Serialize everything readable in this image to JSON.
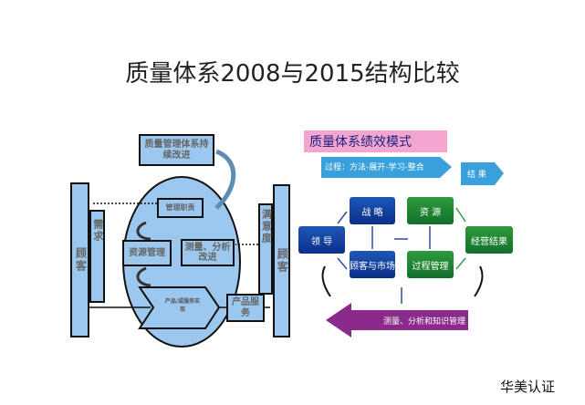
{
  "title": "质量体系2008与2015结构比较",
  "left_diagram": {
    "top_box": "质量管理体系持续改进",
    "customer_left": "顾客",
    "requirements": "需求",
    "management": "管理职责",
    "resource": "资源管理",
    "measure": "测量、分析改进",
    "product_realization": "产品/或服务实现",
    "product_service": "产品服务",
    "satisfaction": "满意度",
    "customer_right": "顾客"
  },
  "right_diagram": {
    "header": "质量体系绩效模式",
    "process": "过程：方法-展开-学习-整合",
    "result": "结 果",
    "strategy": "战 略",
    "resources": "资 源",
    "leadership": "领 导",
    "business_results": "经营结果",
    "customer_market": "顾客与市场",
    "process_mgmt": "过程管理",
    "measurement": "测量、分析和知识管理"
  },
  "footer": "华美认证",
  "colors": {
    "light_blue": "#9cc8f0",
    "pink": "#f4a6d0",
    "purple": "#8a2a8a",
    "blue": "#1f57b8",
    "green": "#2f9a3e"
  }
}
